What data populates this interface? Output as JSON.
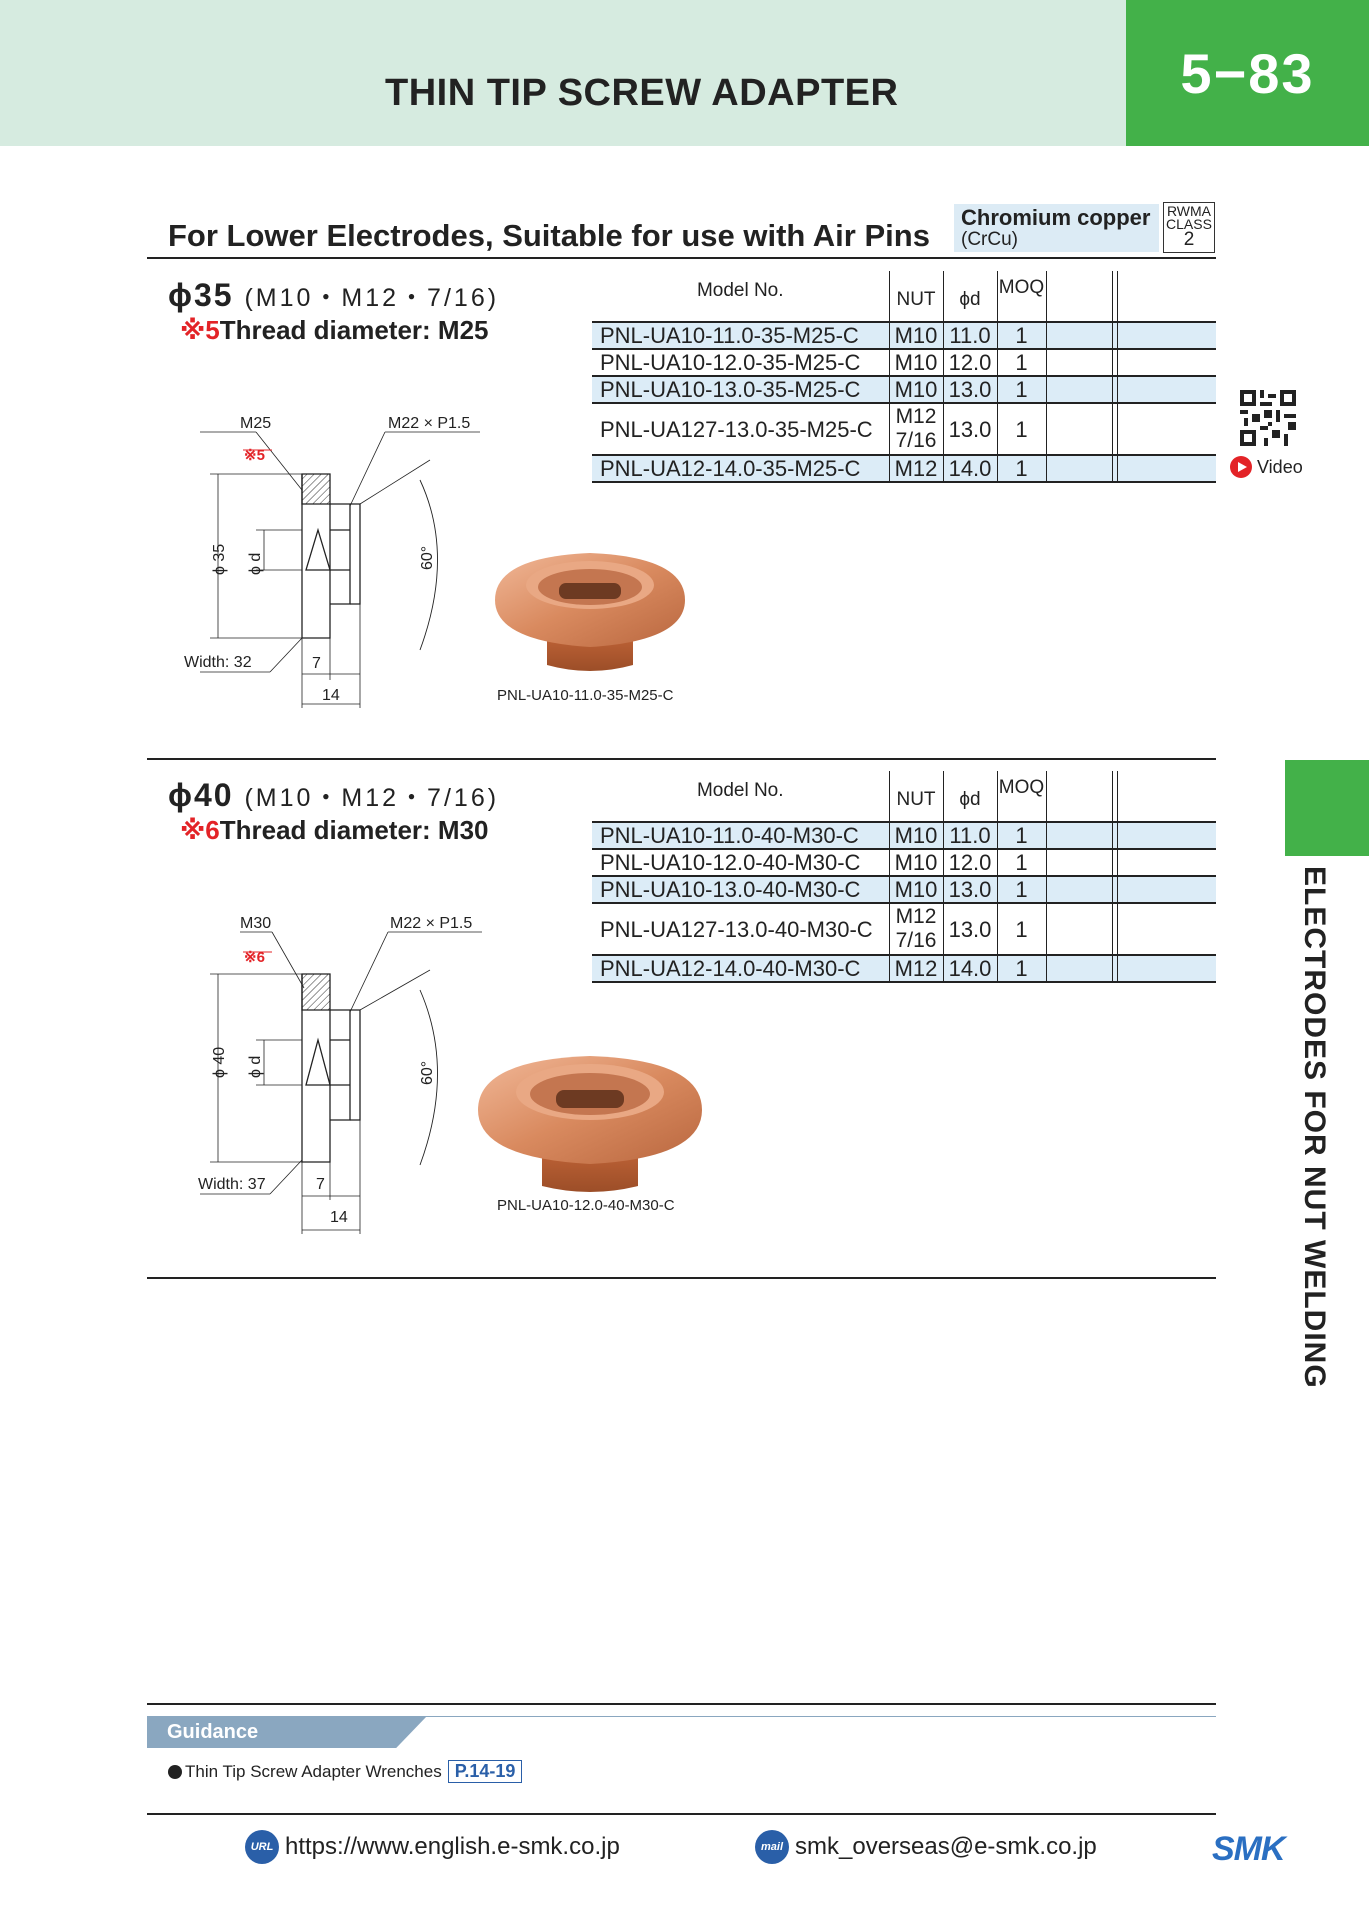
{
  "header": {
    "title": "THIN TIP SCREW ADAPTER",
    "page_number": "5−83"
  },
  "section": {
    "heading": "For Lower Electrodes,  Suitable for use with Air Pins",
    "material_name": "Chromium copper",
    "material_code": "(CrCu)",
    "rwma_line1": "RWMA",
    "rwma_line2": "CLASS",
    "rwma_class": "2"
  },
  "table_headers": {
    "model": "Model No.",
    "nut": "NUT",
    "d": "ϕd",
    "moq": "MOQ"
  },
  "groups": [
    {
      "title": "ϕ35",
      "sizes": "(M10・M12・7/16)",
      "note_mark": "※5",
      "note_text": "Thread diameter: M25",
      "rows": [
        {
          "model": "PNL-UA10-11.0-35-M25-C",
          "nut": "M10",
          "d": "11.0",
          "moq": "1"
        },
        {
          "model": "PNL-UA10-12.0-35-M25-C",
          "nut": "M10",
          "d": "12.0",
          "moq": "1"
        },
        {
          "model": "PNL-UA10-13.0-35-M25-C",
          "nut": "M10",
          "d": "13.0",
          "moq": "1"
        },
        {
          "model": "PNL-UA127-13.0-35-M25-C",
          "nut": "M12",
          "nut2": "7/16",
          "d": "13.0",
          "moq": "1"
        },
        {
          "model": "PNL-UA12-14.0-35-M25-C",
          "nut": "M12",
          "d": "14.0",
          "moq": "1"
        }
      ],
      "drawing": {
        "thread": "M25",
        "mark": "※5",
        "nut_thread": "M22 × P1.5",
        "outer_dia": "ϕ 35",
        "inner_dia": "ϕ d",
        "angle": "60°",
        "width": "Width: 32",
        "dim_small": "7",
        "dim_total": "14"
      },
      "photo_caption": "PNL-UA10-11.0-35-M25-C"
    },
    {
      "title": "ϕ40",
      "sizes": "(M10・M12・7/16)",
      "note_mark": "※6",
      "note_text": "Thread diameter: M30",
      "rows": [
        {
          "model": "PNL-UA10-11.0-40-M30-C",
          "nut": "M10",
          "d": "11.0",
          "moq": "1"
        },
        {
          "model": "PNL-UA10-12.0-40-M30-C",
          "nut": "M10",
          "d": "12.0",
          "moq": "1"
        },
        {
          "model": "PNL-UA10-13.0-40-M30-C",
          "nut": "M10",
          "d": "13.0",
          "moq": "1"
        },
        {
          "model": "PNL-UA127-13.0-40-M30-C",
          "nut": "M12",
          "nut2": "7/16",
          "d": "13.0",
          "moq": "1"
        },
        {
          "model": "PNL-UA12-14.0-40-M30-C",
          "nut": "M12",
          "d": "14.0",
          "moq": "1"
        }
      ],
      "drawing": {
        "thread": "M30",
        "mark": "※6",
        "nut_thread": "M22 × P1.5",
        "outer_dia": "ϕ 40",
        "inner_dia": "ϕ d",
        "angle": "60°",
        "width": "Width: 37",
        "dim_small": "7",
        "dim_total": "14"
      },
      "photo_caption": "PNL-UA10-12.0-40-M30-C"
    }
  ],
  "video_label": "Video",
  "side_label": "ELECTRODES FOR NUT WELDING",
  "guidance": {
    "title": "Guidance",
    "item": "Thin Tip Screw Adapter Wrenches",
    "page_ref": "P.14-19"
  },
  "footer": {
    "url_icon": "URL",
    "url": "https://www.english.e-smk.co.jp",
    "mail_icon": "mail",
    "email": "smk_overseas@e-smk.co.jp",
    "logo": "SMK"
  },
  "icons": [
    "qr-code-icon",
    "play-icon",
    "url-icon",
    "mail-icon"
  ],
  "colors": {
    "brand_green": "#43b149",
    "header_band": "#d6ebe0",
    "row_highlight": "#dcecf7",
    "note_red": "#e32327",
    "guidance_blue": "#8aa7c0",
    "copper": "#d98a5f"
  }
}
